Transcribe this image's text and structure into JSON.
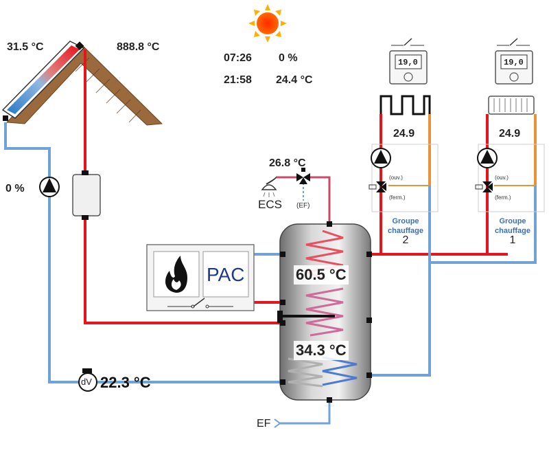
{
  "weather": {
    "time_sunrise": "07:26",
    "time_sunset": "21:58",
    "cloud_cover": "0 %",
    "outdoor_temp": "24.4 °C"
  },
  "solar": {
    "collector_in_temp": "31.5 °C",
    "collector_out_temp": "888.8 °C",
    "pump_speed": "0 %",
    "flow_meter_label": "dV",
    "return_temp": "22.3 °C"
  },
  "tank": {
    "top_temp": "60.5 °C",
    "bottom_temp": "34.3 °C"
  },
  "dhw": {
    "temp": "26.8 °C",
    "ecs_label": "ECS",
    "ef_small_label": "(EF)",
    "ef_inlet_label": "EF"
  },
  "heater": {
    "pac_label": "PAC"
  },
  "heating_groups": [
    {
      "thermostat_display": "19,0",
      "temp": "24.9",
      "valve_open_label": "(ouv.)",
      "valve_closed_label": "(ferm.)",
      "title_line1": "Groupe",
      "title_line2": "chauffage",
      "number": "2"
    },
    {
      "thermostat_display": "19,0",
      "temp": "24.9",
      "valve_open_label": "(ouv.)",
      "valve_closed_label": "(ferm.)",
      "title_line1": "Groupe",
      "title_line2": "chauffage",
      "number": "1"
    }
  ],
  "colors": {
    "hot_pipe": "#e8141b",
    "cold_pipe": "#6fa3d8",
    "return_pipe": "#e8923a",
    "dhw_pipe": "#c94a6a"
  }
}
